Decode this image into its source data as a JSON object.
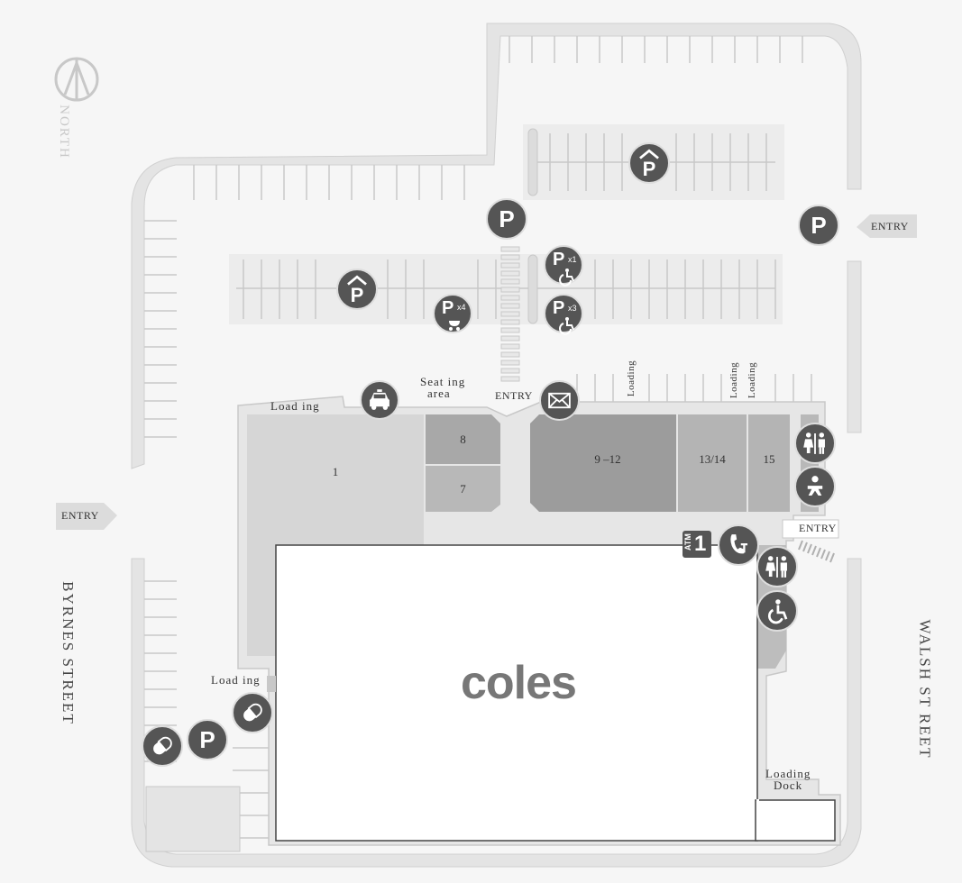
{
  "map": {
    "north_label": "NORTH",
    "streets": {
      "west": "BYRNES STREET",
      "east": "WALSH ST REET"
    },
    "anchor_store": "coles",
    "shops": {
      "s1": "1",
      "s7": "7",
      "s8": "8",
      "s9_12": "9 –12",
      "s13_14": "13/14",
      "s15": "15"
    },
    "labels": {
      "loading_top_left": "Load ing",
      "loading_bottom_left": "Load ing",
      "seating_line1": "Seat ing",
      "seating_line2": "area",
      "entry_center": "ENTRY",
      "entry_right_side": "ENTRY",
      "entry_east": "ENTRY",
      "entry_west": "ENTRY",
      "loading_v1": "Loading",
      "loading_v2": "Loading",
      "loading_v3": "Loading",
      "loading_dock_line1": "Loading",
      "loading_dock_line2": "Dock",
      "parent_parking_count": "x4",
      "accessible_parking_count_1": "x1",
      "accessible_parking_count_2": "x3",
      "atm_label": "ATM",
      "atm_count": "1"
    },
    "icons": {
      "parking": "P",
      "covered_parking": "P",
      "taxi": "taxi-icon",
      "post": "mail-icon",
      "toilets": "toilets-icon",
      "baby_change": "baby-change-icon",
      "accessible": "wheelchair-icon",
      "pharmacy": "pill-icon",
      "phone": "phone-icon"
    },
    "colors": {
      "icon_bg": "#555555",
      "building": "#dcdcdc",
      "shop_dark": "#9a9a9a",
      "shop_mid": "#b0b0b0",
      "coles_text": "#777777"
    }
  }
}
